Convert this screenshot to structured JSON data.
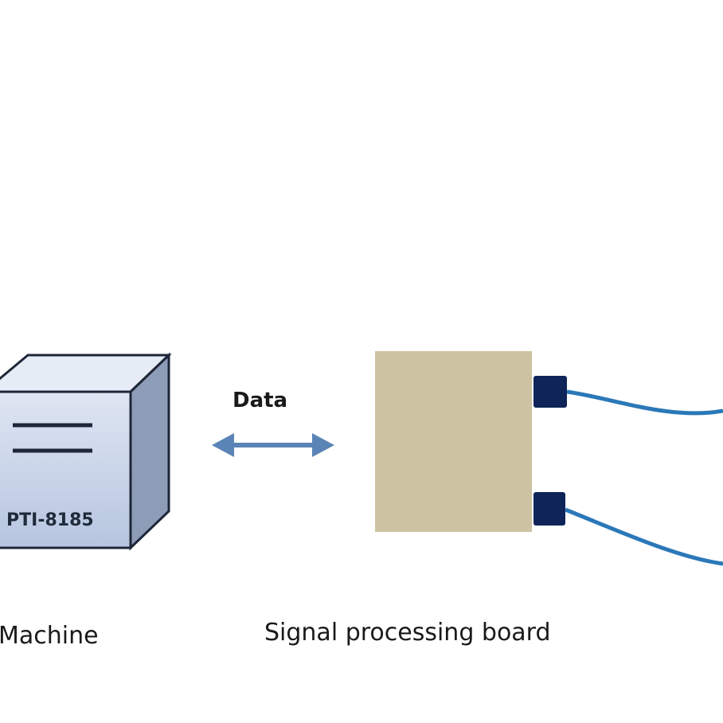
{
  "machine": {
    "label": "Machine",
    "model": "PTI-8185"
  },
  "link": {
    "label": "Data"
  },
  "board": {
    "label": "Signal processing board"
  },
  "colors": {
    "machine_front": "#c9d5ea",
    "machine_top": "#e6ecf6",
    "machine_side": "#8e9db7",
    "machine_outline": "#1e2638",
    "arrow": "#5b84b6",
    "board": "#cdc2a1",
    "connector": "#0f2559",
    "cable": "#2b78b8"
  }
}
